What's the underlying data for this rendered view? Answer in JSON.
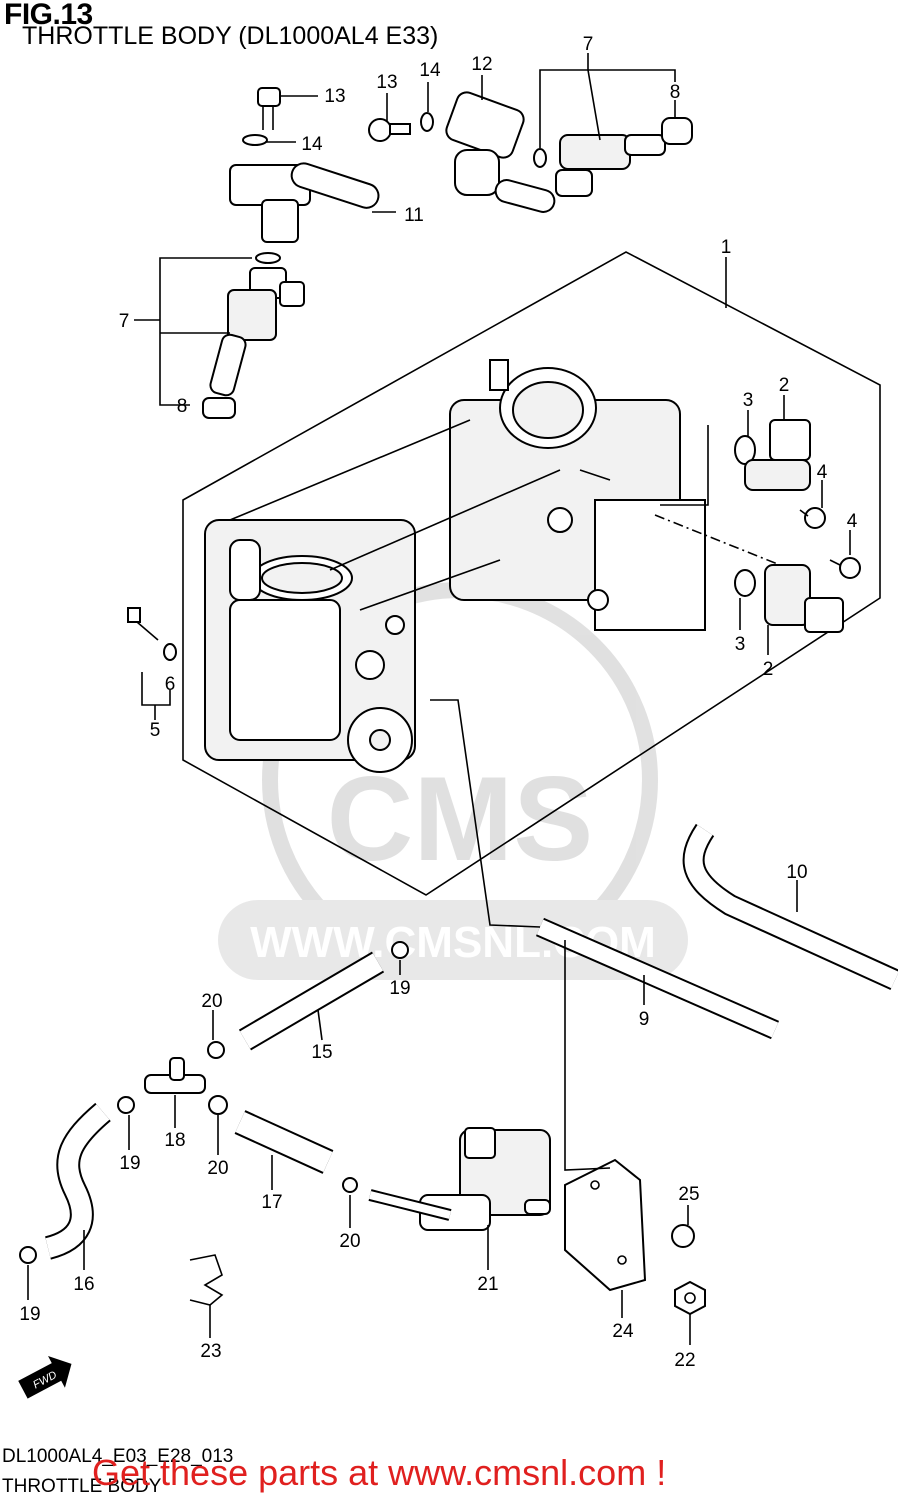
{
  "header": {
    "fig": "FIG.13",
    "subtitle": "THROTTLE BODY (DL1000AL4 E33)"
  },
  "footer": {
    "code": "DL1000AL4_E03_E28_013",
    "name": "THROTTLE BODY",
    "promo": "Get these parts at www.cmsnl.com !",
    "promo_color": "#e0201f"
  },
  "watermark": {
    "logo": "CMS",
    "url": "WWW.CMSNL.COM"
  },
  "direction_badge": "FWD",
  "callouts": {
    "c1": "1",
    "c2a": "2",
    "c2b": "2",
    "c3a": "3",
    "c3b": "3",
    "c4a": "4",
    "c4b": "4",
    "c5": "5",
    "c6": "6",
    "c7a": "7",
    "c7b": "7",
    "c8a": "8",
    "c8b": "8",
    "c9": "9",
    "c10": "10",
    "c11": "11",
    "c12": "12",
    "c13a": "13",
    "c13b": "13",
    "c14a": "14",
    "c14b": "14",
    "c15": "15",
    "c16": "16",
    "c17": "17",
    "c18": "18",
    "c19a": "19",
    "c19b": "19",
    "c19c": "19",
    "c20a": "20",
    "c20b": "20",
    "c20c": "20",
    "c21": "21",
    "c22": "22",
    "c23": "23",
    "c24": "24",
    "c25": "25"
  }
}
